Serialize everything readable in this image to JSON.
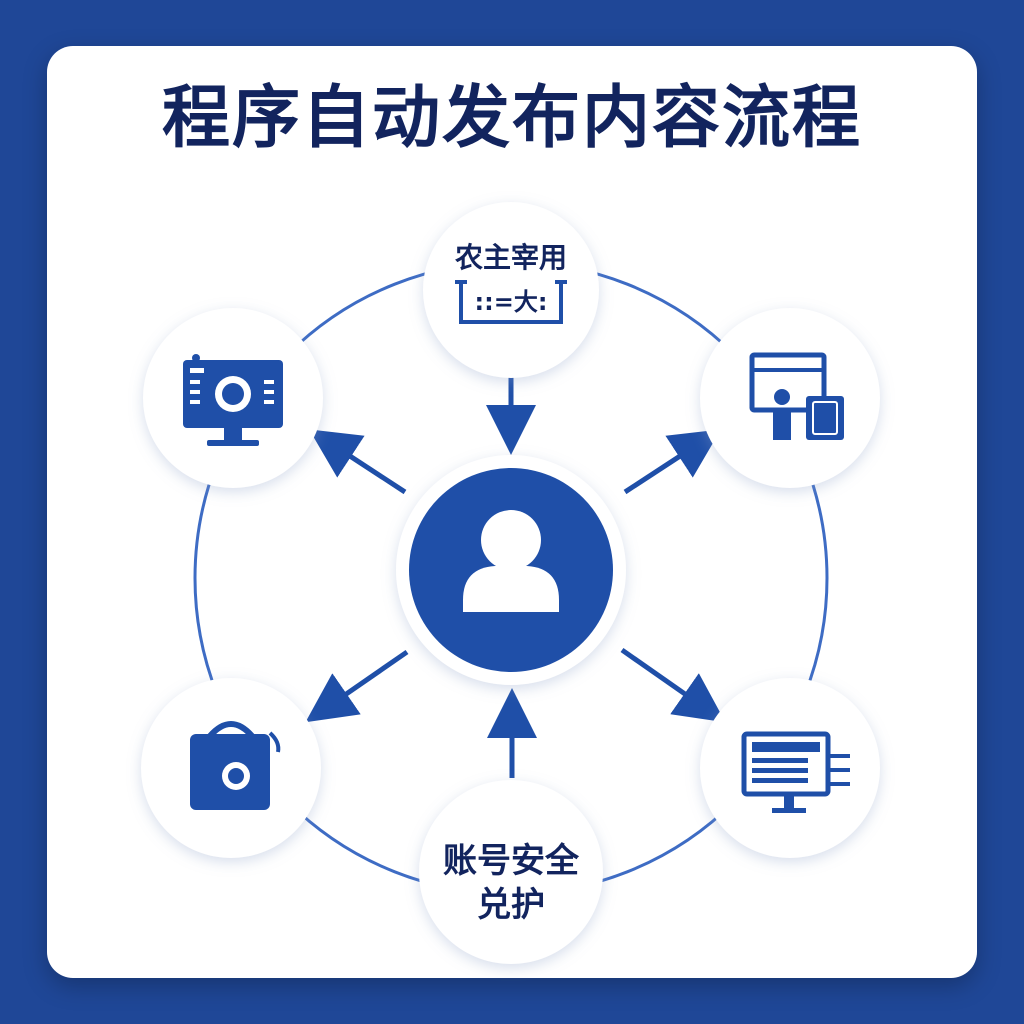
{
  "title": "程序自动发布内容流程",
  "nodes": {
    "top": {
      "icon": "content-editor-icon",
      "label": "农主宰用",
      "sublabel": "::=大:"
    },
    "upper_left": {
      "icon": "monitor-camera-icon"
    },
    "upper_right": {
      "icon": "presentation-user-icon"
    },
    "center": {
      "icon": "user-icon"
    },
    "lower_left": {
      "icon": "camera-bag-icon"
    },
    "lower_right": {
      "icon": "desktop-document-icon"
    },
    "bottom": {
      "label_line1": "账号安全",
      "label_line2": "兑护"
    }
  },
  "colors": {
    "background": "#1f4797",
    "primary": "#1f4fa8",
    "dark_text": "#12245e",
    "ring": "#3e6cc4"
  }
}
